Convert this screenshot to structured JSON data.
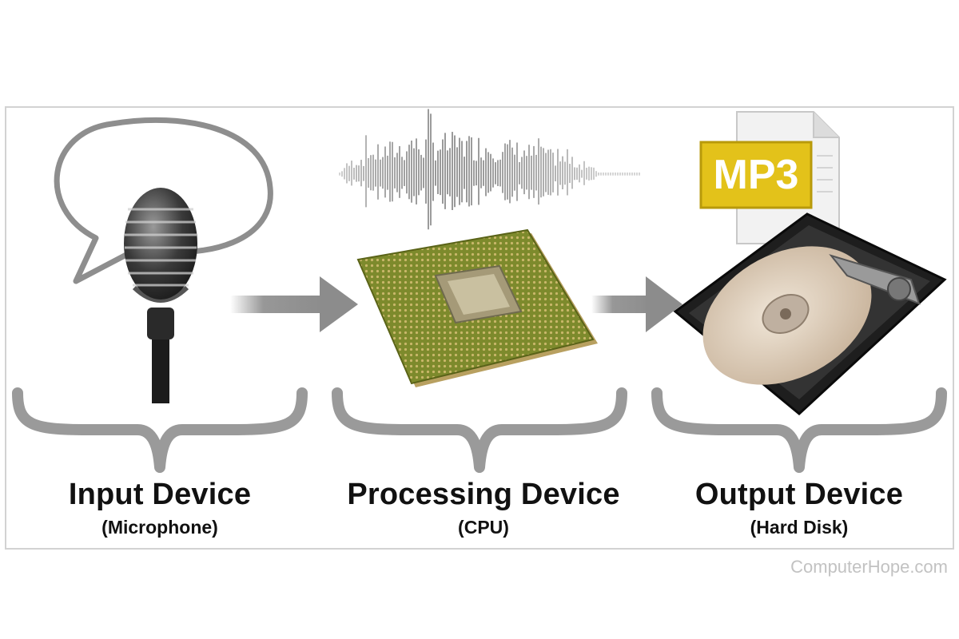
{
  "stages": [
    {
      "title": "Input Device",
      "subtitle": "(Microphone)"
    },
    {
      "title": "Processing Device",
      "subtitle": "(CPU)"
    },
    {
      "title": "Output Device",
      "subtitle": "(Hard Disk)"
    }
  ],
  "file_badge": "MP3",
  "watermark": "ComputerHope.com",
  "colors": {
    "brace": "#9a9a9a",
    "arrow": "#8c8c8c",
    "badge": "#e3c21a",
    "chip_green": "#7d8a2c",
    "disk_platter": "#d9c9b5"
  },
  "icons": [
    "speech-bubble-icon",
    "microphone-icon",
    "audio-waveform-icon",
    "cpu-chip-icon",
    "document-icon",
    "hard-disk-icon"
  ]
}
